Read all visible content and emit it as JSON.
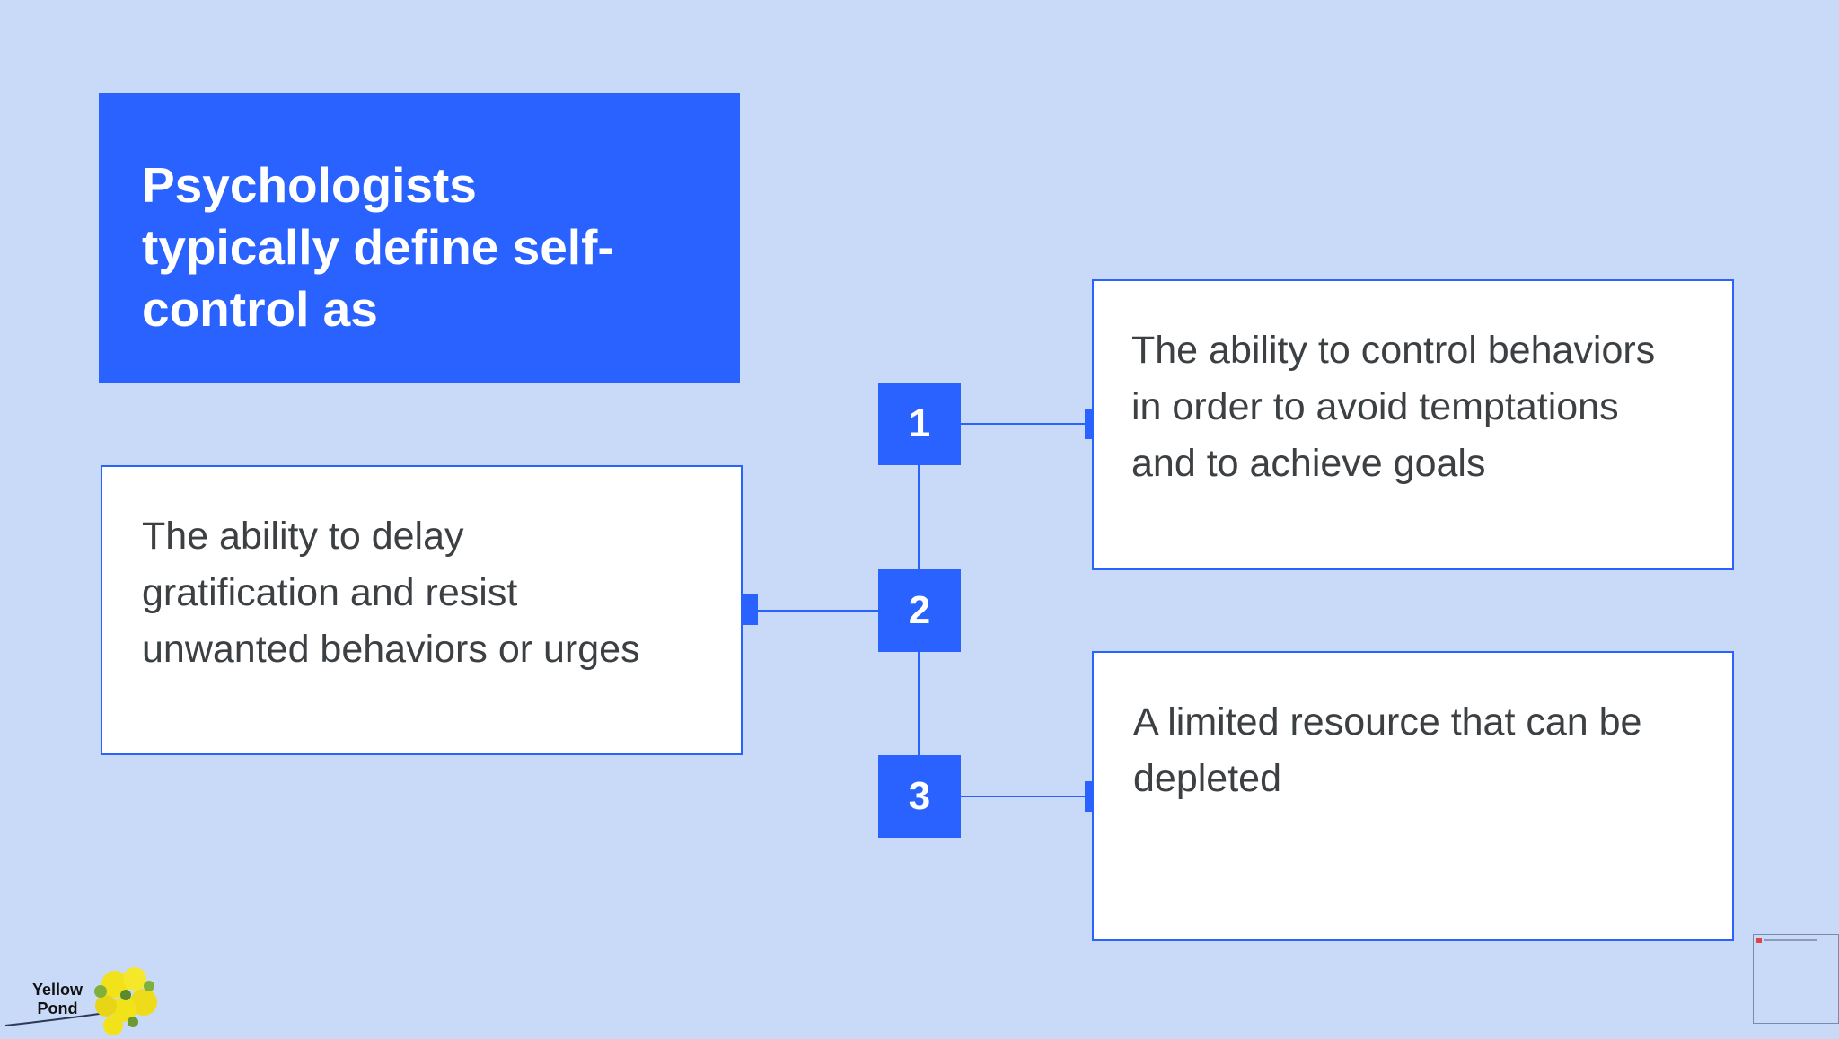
{
  "title": {
    "lines": [
      "Psychologists",
      "typically define self-",
      "control as"
    ]
  },
  "items": [
    {
      "number": "1",
      "lines": [
        "The ability to control behaviors",
        "in order to avoid temptations",
        "and to achieve goals"
      ]
    },
    {
      "number": "2",
      "lines": [
        "The ability to delay",
        "gratification and resist",
        "unwanted behaviors or urges"
      ]
    },
    {
      "number": "3",
      "lines": [
        "A limited resource that can be",
        "depleted"
      ]
    }
  ],
  "logo": {
    "line1": "Yellow",
    "line2": "Pond"
  },
  "colors": {
    "background": "#c9daf8",
    "accent": "#2962ff",
    "card": "#ffffff",
    "body_text": "#3c4043"
  }
}
